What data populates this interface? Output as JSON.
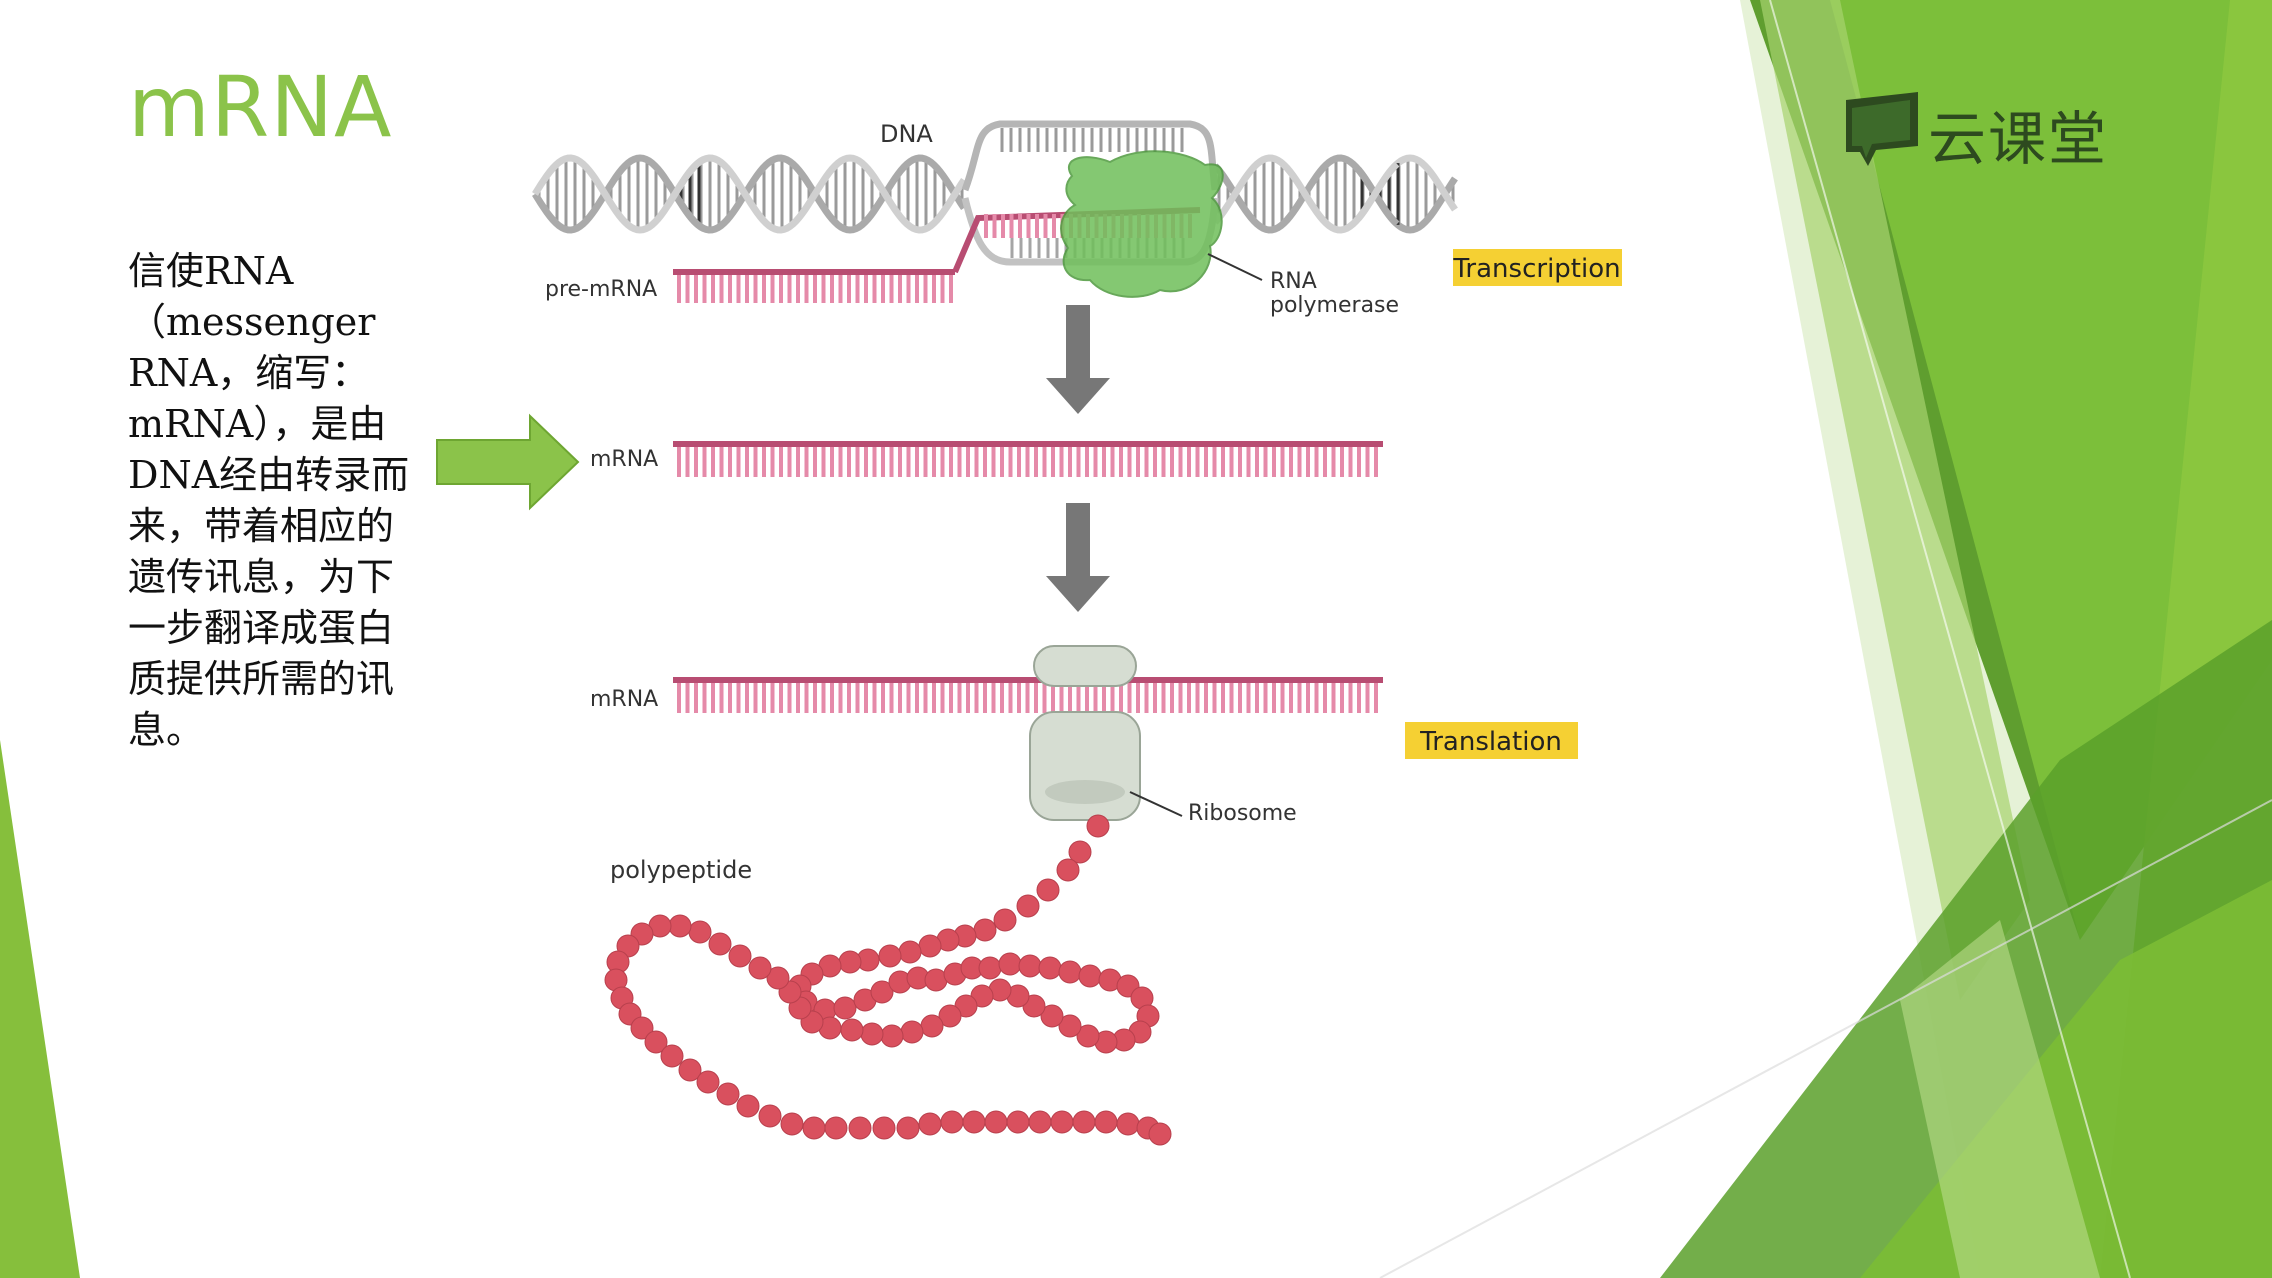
{
  "slide": {
    "title": "mRNA",
    "body": "信使RNA（messenger RNA，缩写：mRNA），是由DNA经由转录而来，带着相应的遗传讯息，为下一步翻译成蛋白质提供所需的讯息。",
    "logo_text": "云课堂",
    "accent_color": "#8bc34a"
  },
  "diagram": {
    "labels": {
      "dna": "DNA",
      "pre_mrna": "pre-mRNA",
      "rna_polymerase_1": "RNA",
      "rna_polymerase_2": "polymerase",
      "mrna_middle": "mRNA",
      "mrna_bottom": "mRNA",
      "ribosome": "Ribosome",
      "polypeptide": "polypeptide"
    },
    "tags": {
      "transcription": "Transcription",
      "translation": "Translation"
    },
    "colors": {
      "rna_strand": "#b84d72",
      "rna_teeth": "#e58aa9",
      "polymerase": "#6fbf5a",
      "polypeptide_bead": "#d9505e",
      "tag_yellow": "#f5d033"
    }
  }
}
